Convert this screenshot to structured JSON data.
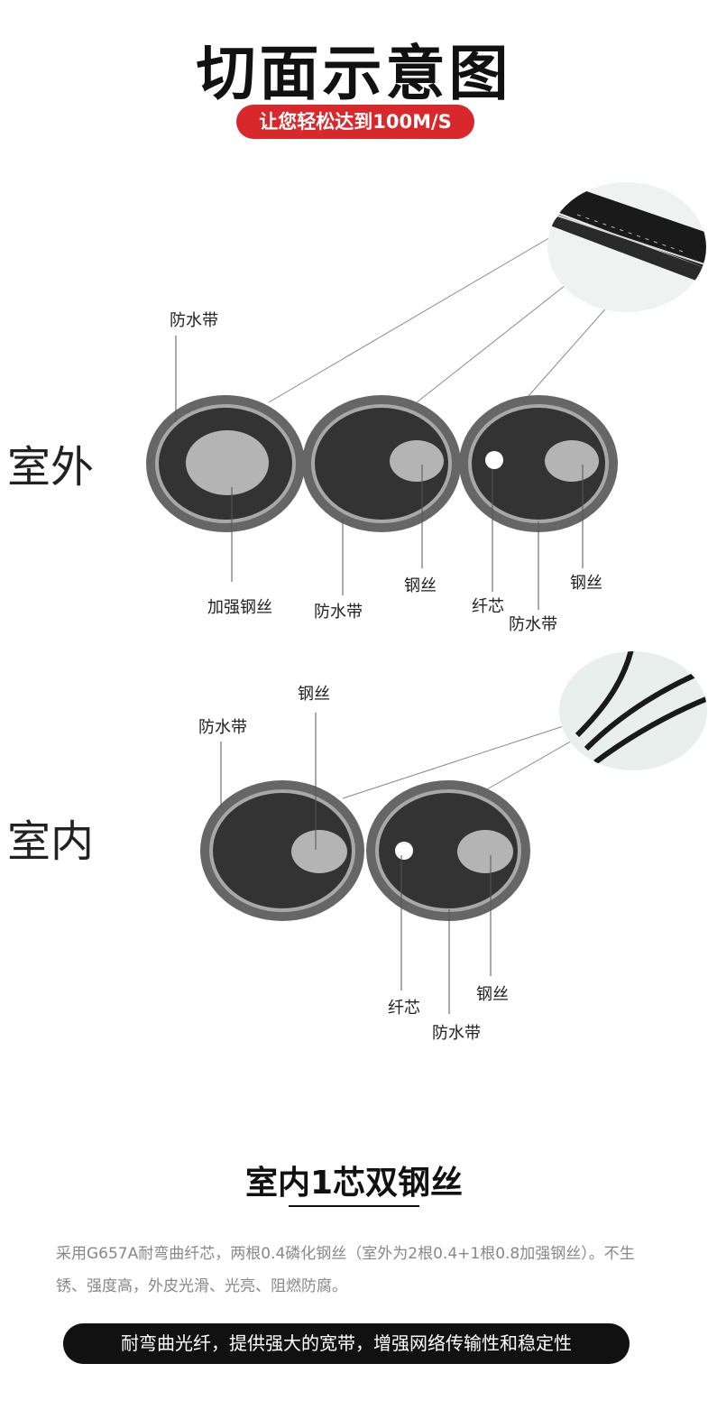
{
  "header": {
    "title": "切面示意图",
    "subtitle": "让您轻松达到100M/S"
  },
  "outdoor": {
    "section_label": "室外",
    "labels": {
      "tape_top": "防水带",
      "strength_wire": "加强钢丝",
      "tape_mid": "防水带",
      "wire_mid": "钢丝",
      "fiber": "纤芯",
      "tape_right": "防水带",
      "wire_right": "钢丝"
    }
  },
  "indoor": {
    "section_label": "室内",
    "labels": {
      "wire_top": "钢丝",
      "tape_top": "防水带",
      "fiber": "纤芯",
      "tape_bottom": "防水带",
      "wire_right": "钢丝"
    }
  },
  "product": {
    "title": "室内1芯双钢丝",
    "description": "采用G657A耐弯曲纤芯，两根0.4磷化钢丝（室外为2根0.4+1根0.8加强钢丝）。不生锈、强度高，外皮光滑、光亮、阻燃防腐。",
    "feature": "耐弯曲光纤，提供强大的宽带，增强网络传输性和稳定性"
  },
  "colors": {
    "accent_red": "#d8282b",
    "sheath_outer": "#666666",
    "sheath_ring": "#a8a8a8",
    "core_dark": "#333333",
    "wire_fill": "#b4b4b4"
  }
}
